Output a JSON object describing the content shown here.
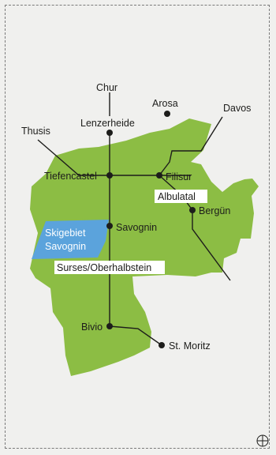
{
  "map": {
    "region_color": "#8cbd44",
    "ski_area_color": "#5ba3dc",
    "line_color": "#1d1d1b",
    "background": "#f0f0ee",
    "places": {
      "chur": "Chur",
      "arosa": "Arosa",
      "davos": "Davos",
      "thusis": "Thusis",
      "lenzerheide": "Lenzerheide",
      "tiefencastel": "Tiefencastel",
      "filisur": "Filisur",
      "bergun": "Bergün",
      "savognin": "Savognin",
      "bivio": "Bivio",
      "st_moritz": "St. Moritz"
    },
    "valleys": {
      "albulatal": "Albulatal",
      "surses": "Surses/Oberhalbstein"
    },
    "ski_area": {
      "line1": "Skigebiet",
      "line2": "Savognin"
    },
    "compass_icon": "compass-icon"
  }
}
